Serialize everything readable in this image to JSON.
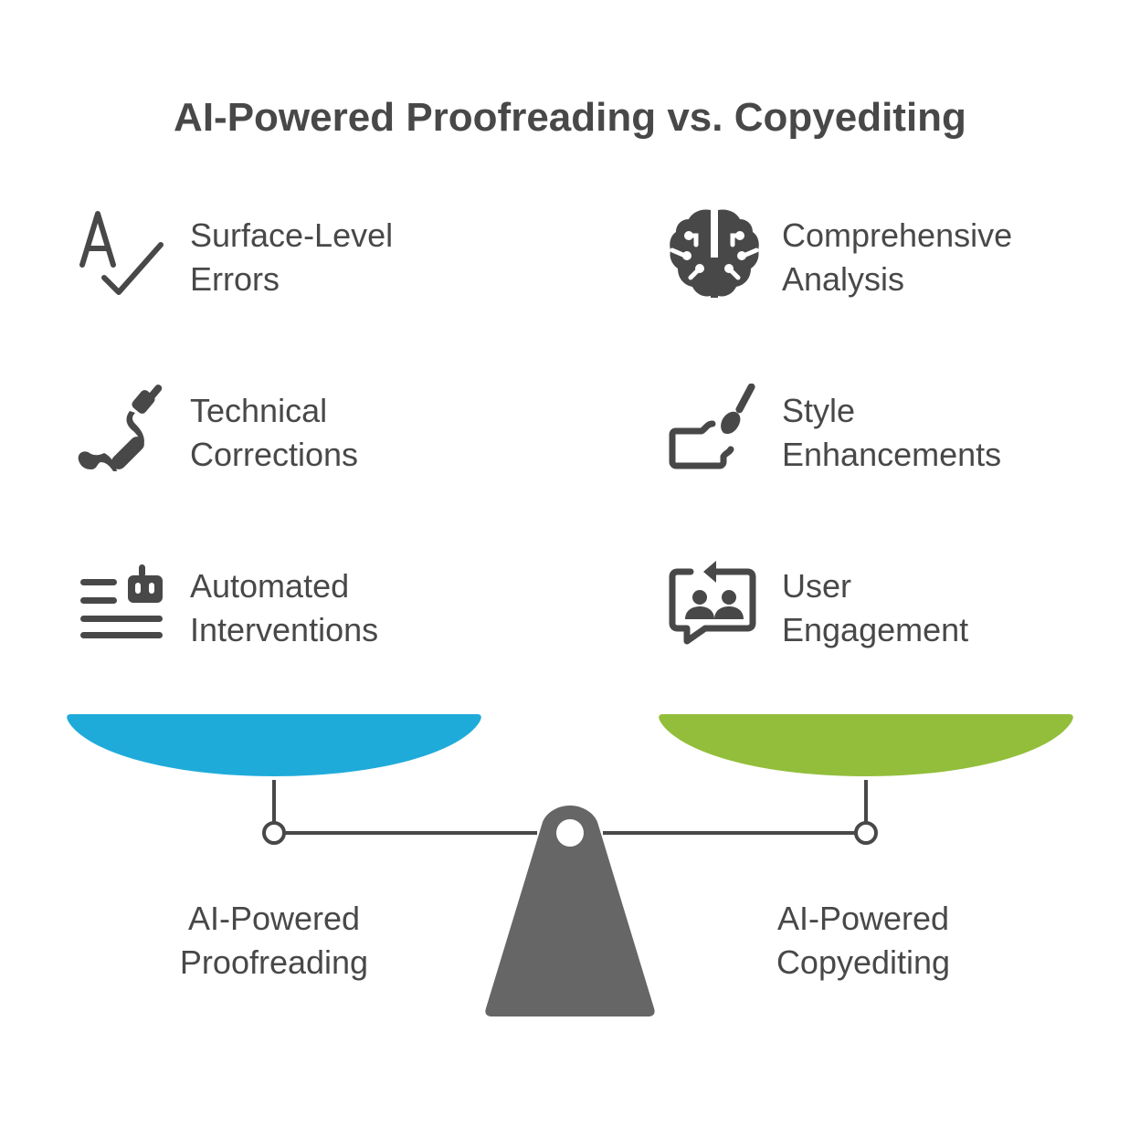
{
  "title": "AI-Powered Proofreading vs. Copyediting",
  "left_items": [
    {
      "icon": "spellcheck-icon",
      "line1": "Surface-Level",
      "line2": "Errors"
    },
    {
      "icon": "robotic-arm-icon",
      "line1": "Technical",
      "line2": "Corrections"
    },
    {
      "icon": "robot-text-icon",
      "line1": "Automated",
      "line2": "Interventions"
    }
  ],
  "right_items": [
    {
      "icon": "brain-icon",
      "line1": "Comprehensive",
      "line2": "Analysis"
    },
    {
      "icon": "paintbrush-hand-icon",
      "line1": "Style",
      "line2": "Enhancements"
    },
    {
      "icon": "user-chat-icon",
      "line1": "User",
      "line2": "Engagement"
    }
  ],
  "scale": {
    "left_label": {
      "line1": "AI-Powered",
      "line2": "Proofreading"
    },
    "right_label": {
      "line1": "AI-Powered",
      "line2": "Copyediting"
    },
    "colors": {
      "left_pan": "#1FABDA",
      "right_pan": "#92BE3B",
      "beam": "#484848",
      "fulcrum": "#666666",
      "text": "#484848"
    }
  }
}
